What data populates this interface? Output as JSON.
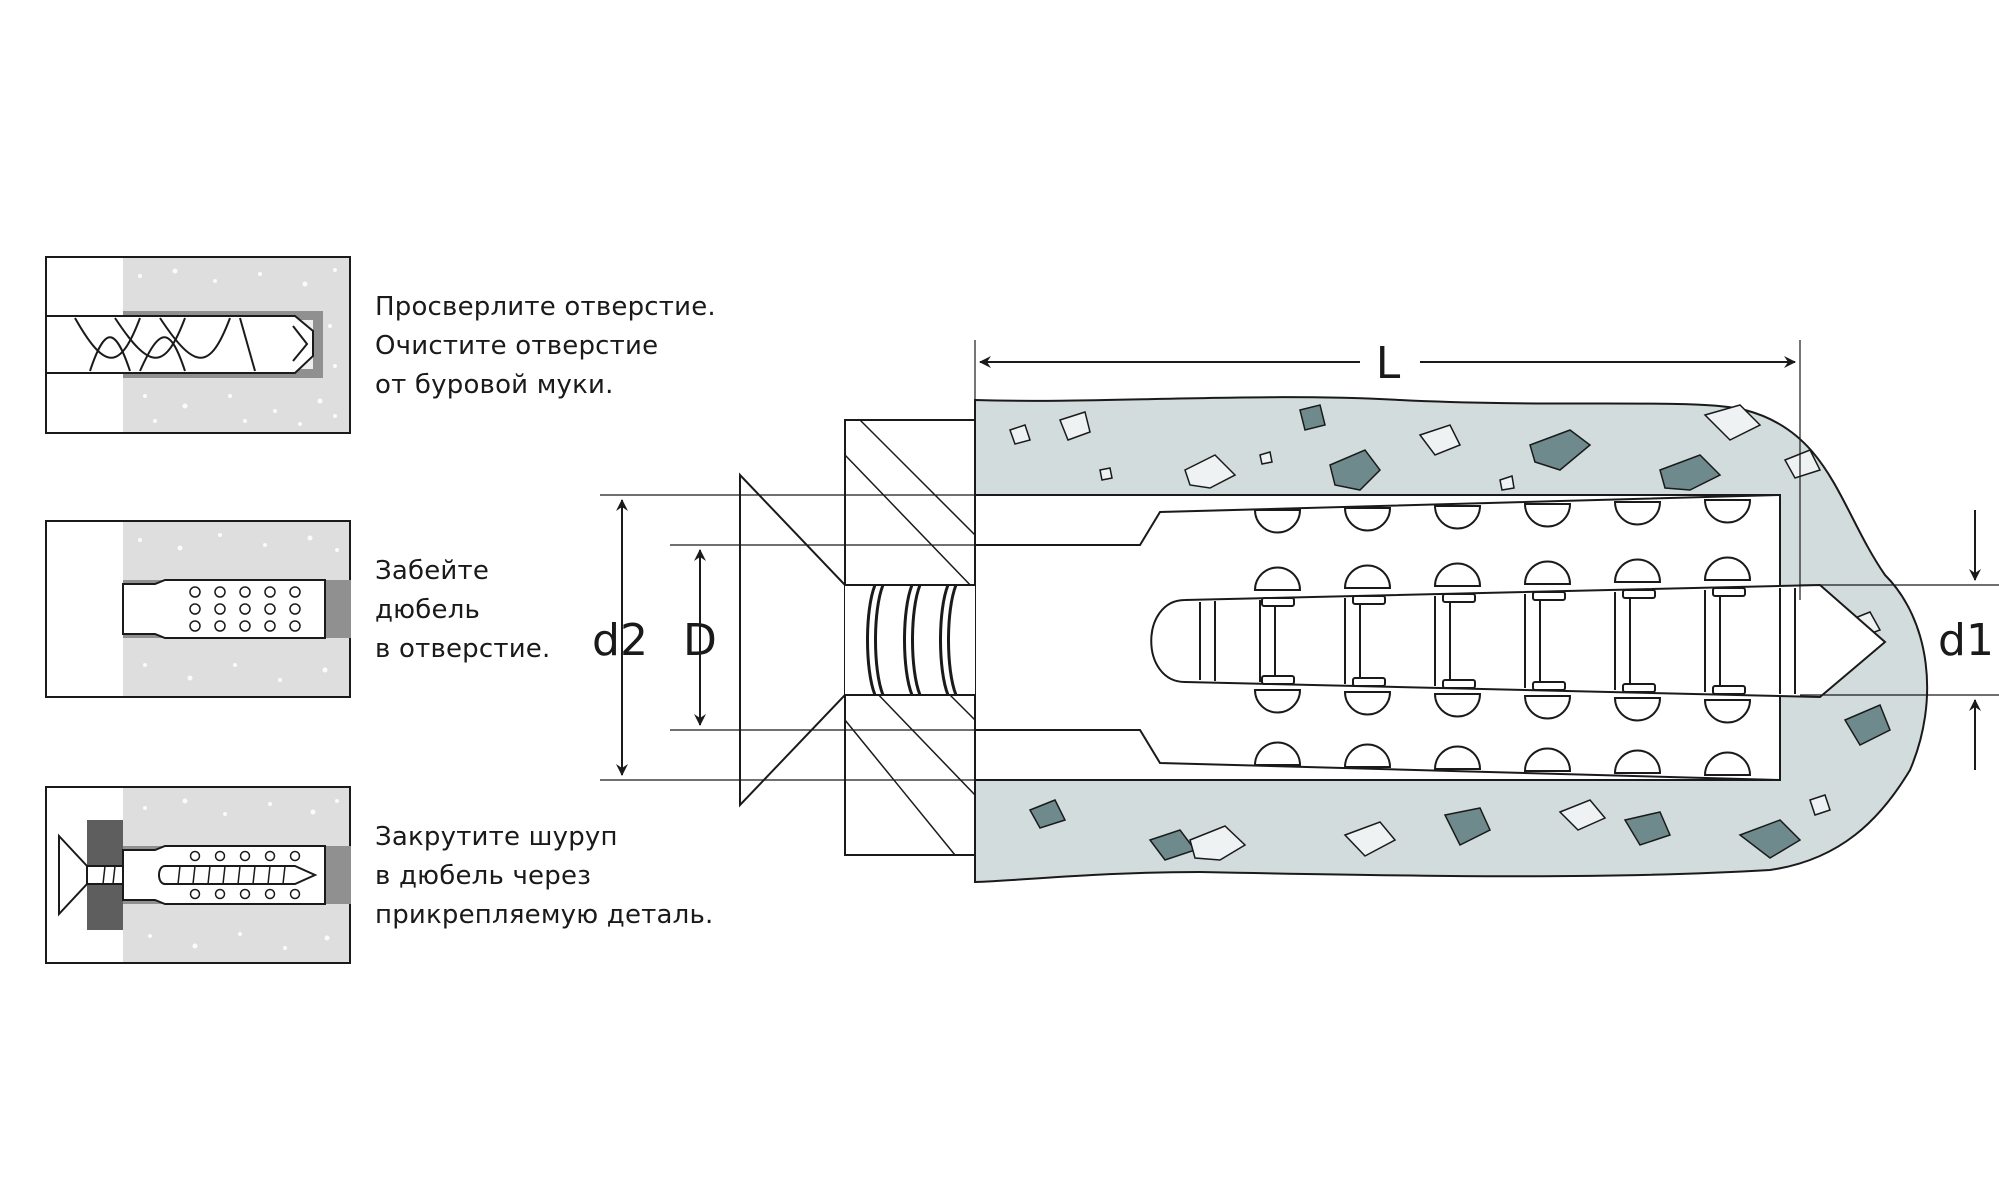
{
  "steps": [
    {
      "lines": [
        "Просверлите отверстие.",
        "Очистите отверстие",
        "от буровой муки."
      ]
    },
    {
      "lines": [
        "Забейте",
        "дюбель",
        "в отверстие."
      ]
    },
    {
      "lines": [
        "Закрутите шуруп",
        "в дюбель через",
        "прикрепляемую деталь."
      ]
    }
  ],
  "dimensions": {
    "length": "L",
    "outer_diameter": "d2",
    "screw_diameter": "D",
    "dowel_diameter": "d1"
  },
  "colors": {
    "line": "#1a1a1a",
    "concrete": "#d2dcdc",
    "concrete_light": "#e6ecec",
    "aggregate_dark": "#6f8a8d",
    "aggregate_light": "#eef2f2",
    "panel_concrete": "#dedede",
    "panel_hole": "#909090",
    "panel_part": "#5e5e5e"
  }
}
